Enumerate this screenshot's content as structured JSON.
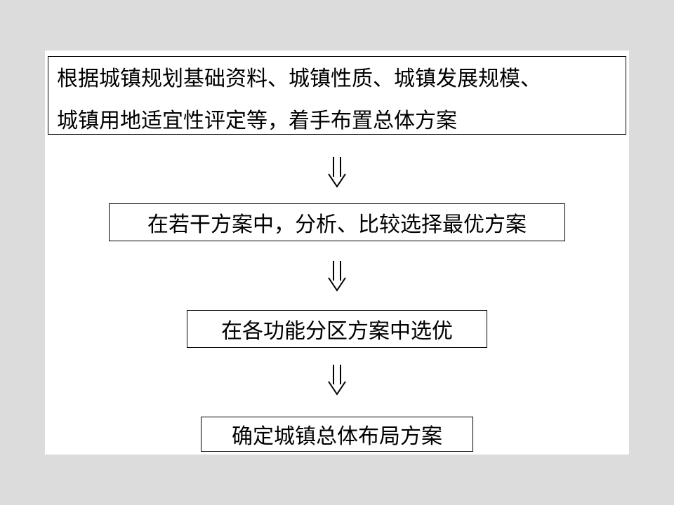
{
  "flowchart": {
    "step1": {
      "line1": "根据城镇规划基础资料、城镇性质、城镇发展规模、",
      "line2": "城镇用地适宜性评定等，着手布置总体方案"
    },
    "step2": "在若干方案中，分析、比较选择最优方案",
    "step3": "在各功能分区方案中选优",
    "step4": "确定城镇总体布局方案",
    "arrow_glyph": "⇓"
  }
}
